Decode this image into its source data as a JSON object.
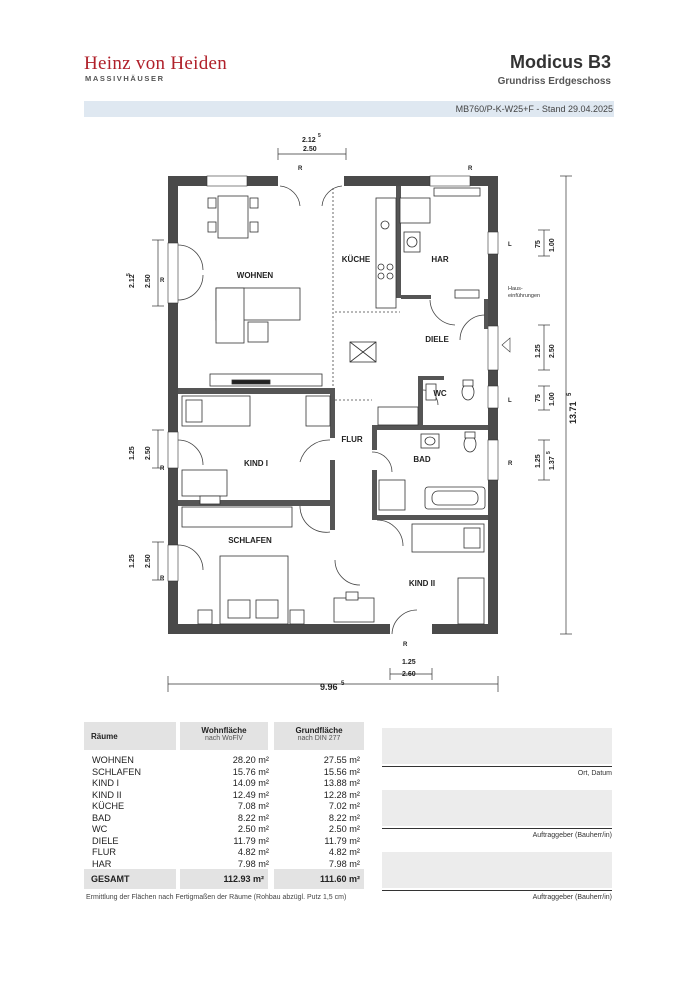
{
  "brand": {
    "name": "Heinz von Heiden",
    "tagline": "MASSIVHÄUSER"
  },
  "header": {
    "title": "Modicus B3",
    "subtitle": "Grundriss Erdgeschoss",
    "plan_code": "MB760/P-K-W25+F - Stand 29.04.2025"
  },
  "plan": {
    "rooms": {
      "wohnen": "WOHNEN",
      "kueche": "KÜCHE",
      "har": "HAR",
      "diele": "DIELE",
      "wc": "WC",
      "flur": "FLUR",
      "bad": "BAD",
      "kind1": "KIND I",
      "kind2": "KIND II",
      "schlafen": "SCHLAFEN"
    },
    "dims": {
      "top_212": "2.12",
      "top_212_sup": "5",
      "top_250": "2.50",
      "left_212": "2.12",
      "left_212_sup": "5",
      "left_250a": "2.50",
      "left_125a": "1.25",
      "left_250b": "2.50",
      "left_125b": "1.25",
      "left_250c": "2.50",
      "right_75a": "75",
      "right_100a": "1.00",
      "right_125": "1.25",
      "right_250": "2.50",
      "right_75b": "75",
      "right_100b": "1.00",
      "right_125b": "1.25",
      "right_137": "1.37",
      "right_137_sup": "5",
      "total_height": "13.71",
      "total_height_sup": "5",
      "bottom_125": "1.25",
      "bottom_260": "2.60",
      "total_width": "9.96",
      "total_width_sup": "5"
    },
    "marks": {
      "r": "R",
      "l": "L"
    },
    "hausanschluss_1": "Haus-",
    "hausanschluss_2": "einführungen"
  },
  "table": {
    "col_room": "Räume",
    "col_wohn": "Wohnfläche",
    "col_wohn_sub": "nach WoFlV",
    "col_grund": "Grundfläche",
    "col_grund_sub": "nach DIN 277",
    "rows": [
      {
        "name": "WOHNEN",
        "wohn": "28.20 m²",
        "grund": "27.55 m²"
      },
      {
        "name": "SCHLAFEN",
        "wohn": "15.76 m²",
        "grund": "15.56 m²"
      },
      {
        "name": "KIND I",
        "wohn": "14.09 m²",
        "grund": "13.88 m²"
      },
      {
        "name": "KIND II",
        "wohn": "12.49 m²",
        "grund": "12.28 m²"
      },
      {
        "name": "KÜCHE",
        "wohn": "7.08 m²",
        "grund": "7.02 m²"
      },
      {
        "name": "BAD",
        "wohn": "8.22 m²",
        "grund": "8.22 m²"
      },
      {
        "name": "WC",
        "wohn": "2.50 m²",
        "grund": "2.50 m²"
      },
      {
        "name": "DIELE",
        "wohn": "11.79 m²",
        "grund": "11.79 m²"
      },
      {
        "name": "FLUR",
        "wohn": "4.82 m²",
        "grund": "4.82 m²"
      },
      {
        "name": "HAR",
        "wohn": "7.98 m²",
        "grund": "7.98 m²"
      }
    ],
    "total_label": "GESAMT",
    "total_wohn": "112.93 m²",
    "total_grund": "111.60 m²",
    "note": "Ermittlung der Flächen nach Fertigmaßen der Räume (Rohbau abzügl. Putz 1,5 cm)"
  },
  "signatures": {
    "ort_datum": "Ort, Datum",
    "auftraggeber_1": "Auftraggeber (Bauherr/in)",
    "auftraggeber_2": "Auftraggeber (Bauherr/in)"
  }
}
